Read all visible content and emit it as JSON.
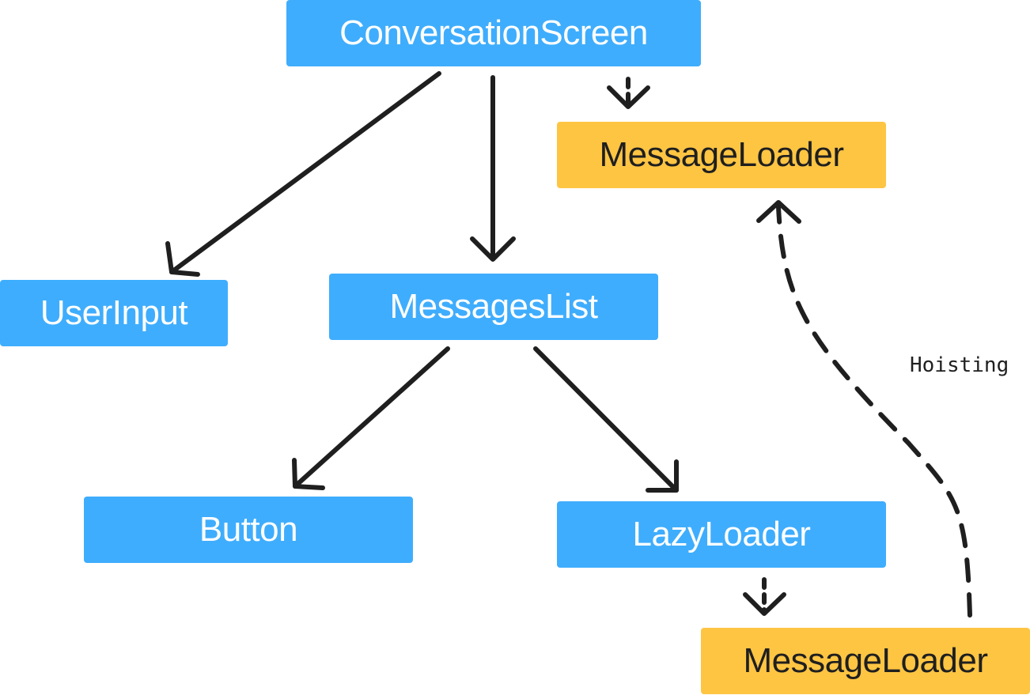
{
  "nodes": {
    "conversation_screen": {
      "label": "ConversationScreen",
      "color": "#3fadfd"
    },
    "message_loader_top": {
      "label": "MessageLoader",
      "color": "#fec543"
    },
    "user_input": {
      "label": "UserInput",
      "color": "#3fadfd"
    },
    "messages_list": {
      "label": "MessagesList",
      "color": "#3fadfd"
    },
    "button": {
      "label": "Button",
      "color": "#3fadfd"
    },
    "lazy_loader": {
      "label": "LazyLoader",
      "color": "#3fadfd"
    },
    "message_loader_bottom": {
      "label": "MessageLoader",
      "color": "#fec543"
    }
  },
  "edges": [
    {
      "from": "conversation_screen",
      "to": "user_input",
      "style": "solid"
    },
    {
      "from": "conversation_screen",
      "to": "messages_list",
      "style": "solid"
    },
    {
      "from": "conversation_screen",
      "to": "message_loader_top",
      "style": "dashed"
    },
    {
      "from": "messages_list",
      "to": "button",
      "style": "solid"
    },
    {
      "from": "messages_list",
      "to": "lazy_loader",
      "style": "solid"
    },
    {
      "from": "lazy_loader",
      "to": "message_loader_bottom",
      "style": "dashed"
    },
    {
      "from": "message_loader_bottom",
      "to": "message_loader_top",
      "style": "dashed",
      "label": "Hoisting"
    }
  ],
  "stroke_color": "#1f1f1f"
}
